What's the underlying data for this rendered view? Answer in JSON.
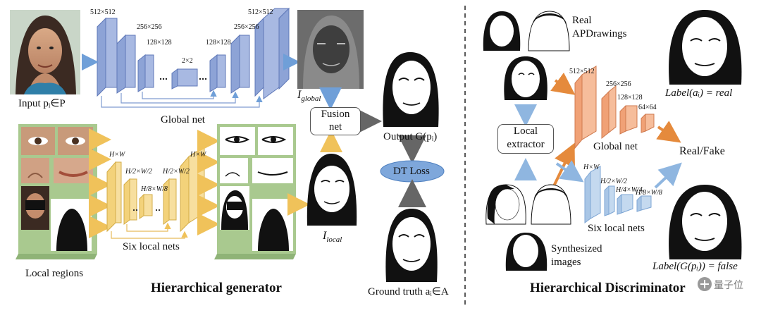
{
  "generator": {
    "title": "Hierarchical generator",
    "input_label": "Input pᵢ∈P",
    "global_net_label": "Global net",
    "six_local_nets_label": "Six local nets",
    "local_regions_label": "Local regions",
    "fusion_net_label_1": "Fusion",
    "fusion_net_label_2": "net",
    "i_global_label": "I",
    "i_global_sub": "global",
    "i_local_label": "I",
    "i_local_sub": "local",
    "output_label": "Output G(pᵢ)",
    "dt_loss_label": "DT Loss",
    "ground_truth_label": "Ground truth aᵢ∈A",
    "global_sizes": [
      "512×512",
      "256×256",
      "128×128",
      "2×2",
      "128×128",
      "256×256",
      "512×512"
    ],
    "local_sizes": [
      "H×W",
      "H/2×W/2",
      "H/8×W/8",
      "H/2×W/2",
      "H×W"
    ]
  },
  "discriminator": {
    "title": "Hierarchical Discriminator",
    "real_label_1": "Real",
    "real_label_2": "APDrawings",
    "local_extractor_1": "Local",
    "local_extractor_2": "extractor",
    "global_net_label": "Global net",
    "six_local_nets_label": "Six local nets",
    "synth_label_1": "Synthesized",
    "synth_label_2": "images",
    "real_fake_label": "Real/Fake",
    "label_real": "Label(aᵢ) = real",
    "label_false": "Label(G(pᵢ)) = false",
    "global_sizes": [
      "512×512",
      "256×256",
      "128×128",
      "64×64"
    ],
    "local_sizes": [
      "H×W",
      "H/2×W/2",
      "H/4×W/4",
      "H/8×W/8"
    ]
  },
  "watermark": "量子位",
  "colors": {
    "generator_global_blue": "#8da3d6",
    "generator_local_yellow": "#f3d27a",
    "region_green": "#a9c98f",
    "disc_orange": "#f0a176",
    "disc_blue": "#a9c6e6",
    "arrow_orange": "#e58a3c",
    "arrow_blue": "#8fb6e0",
    "dt_loss_fill": "#7ea7db"
  }
}
